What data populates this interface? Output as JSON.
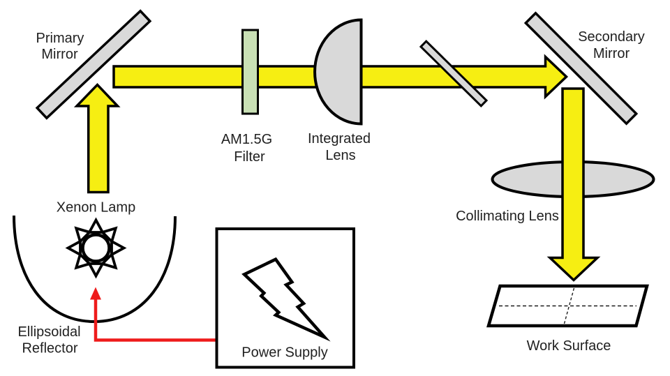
{
  "labels": {
    "primary_mirror_line1": "Primary",
    "primary_mirror_line2": "Mirror",
    "am15g_filter_line1": "AM1.5G",
    "am15g_filter_line2": "Filter",
    "integrated_lens_line1": "Integrated",
    "integrated_lens_line2": "Lens",
    "secondary_mirror_line1": "Secondary",
    "secondary_mirror_line2": "Mirror",
    "xenon_lamp": "Xenon Lamp",
    "collimating_lens": "Collimating Lens",
    "ellipsoidal_reflector_line1": "Ellipsoidal",
    "ellipsoidal_reflector_line2": "Reflector",
    "work_surface": "Work Surface",
    "power_supply": "Power Supply"
  },
  "colors": {
    "background": "#FFFFFF",
    "beam_yellow": "#F6EE12",
    "optic_gray": "#D9D9D9",
    "filter_green": "#C9E0B5",
    "outline_black": "#000000",
    "wire_red": "#EE1B1B",
    "text_dark": "#1F1F1F"
  }
}
